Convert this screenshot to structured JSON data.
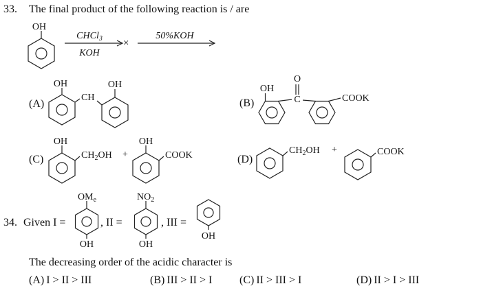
{
  "colors": {
    "background": "#ffffff",
    "ink": "#1c1c1c"
  },
  "q33": {
    "number": "33.",
    "question": "The final product of the following reaction is / are",
    "reactant": {
      "hydroxyl": "OH"
    },
    "arrow1": {
      "reagent_top": "CHCl",
      "reagent_top_sub": "3",
      "reagent_bottom": "KOH"
    },
    "intermediate": "×",
    "arrow2": {
      "reagent_top": "50%KOH"
    },
    "options": {
      "A": {
        "label": "(A)",
        "hydroxyl_left": "OH",
        "bridge": "CH",
        "hydroxyl_right": "OH"
      },
      "B": {
        "label": "(B)",
        "hydroxyl": "OH",
        "carbonyl_oxygen": "O",
        "carbonyl_carbon": "C",
        "carboxylate": "COOK"
      },
      "C": {
        "label": "(C)",
        "hydroxyl_left": "OH",
        "hydroxymethyl": {
          "main": "CH",
          "sub": "2",
          "tail": "OH"
        },
        "plus": "+",
        "hydroxyl_right": "OH",
        "carboxylate": "COOK"
      },
      "D": {
        "label": "(D)",
        "hydroxymethyl": {
          "main": "CH",
          "sub": "2",
          "tail": "OH"
        },
        "plus": "+",
        "carboxylate": "COOK"
      }
    }
  },
  "q34": {
    "number": "34.",
    "given": "Given I =",
    "sep_ii": ", II =",
    "sep_iii": ", III =",
    "structure_I": {
      "top": "OM",
      "top_sub": "e",
      "bottom": "OH"
    },
    "structure_II": {
      "top": "NO",
      "top_sub": "2",
      "bottom": "OH"
    },
    "structure_III": {
      "bottom": "OH"
    },
    "question": "The decreasing order of the acidic character is",
    "options": [
      {
        "label": "(A)",
        "value": "I > II > III"
      },
      {
        "label": "(B)",
        "value": "III > II > I"
      },
      {
        "label": "(C)",
        "value": "II > III > I"
      },
      {
        "label": "(D)",
        "value": "II > I > III"
      }
    ]
  }
}
